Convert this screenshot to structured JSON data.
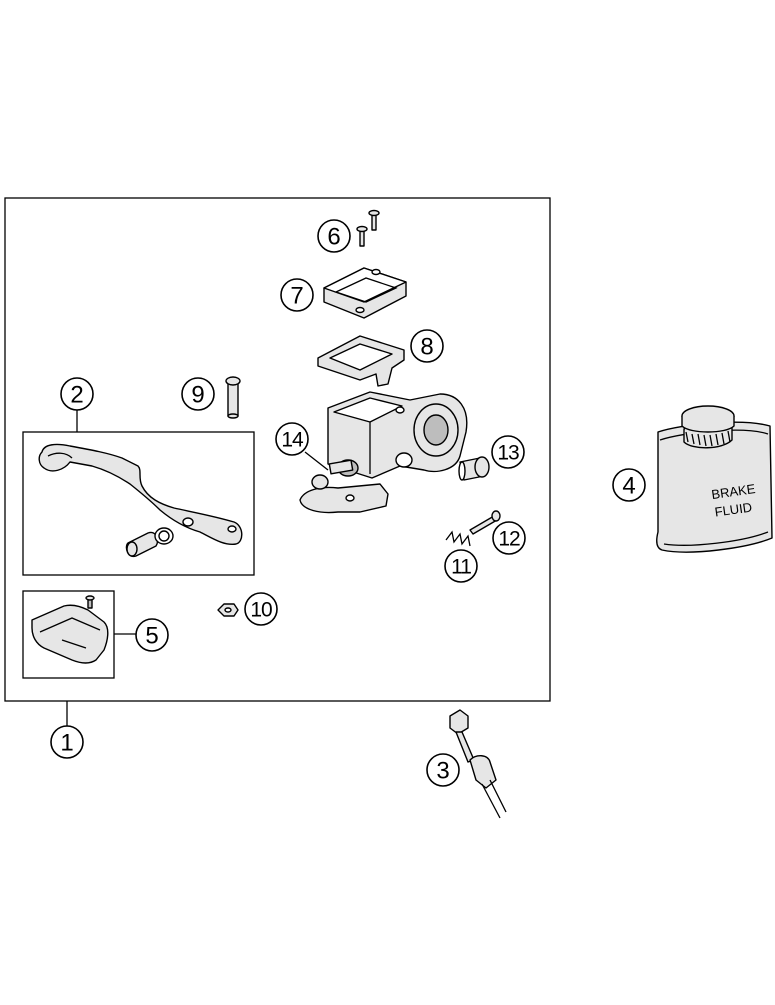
{
  "callouts": [
    {
      "id": "1",
      "label": "1"
    },
    {
      "id": "2",
      "label": "2"
    },
    {
      "id": "3",
      "label": "3"
    },
    {
      "id": "4",
      "label": "4"
    },
    {
      "id": "5",
      "label": "5"
    },
    {
      "id": "6",
      "label": "6"
    },
    {
      "id": "7",
      "label": "7"
    },
    {
      "id": "8",
      "label": "8"
    },
    {
      "id": "9",
      "label": "9"
    },
    {
      "id": "10",
      "label": "10"
    },
    {
      "id": "11",
      "label": "11"
    },
    {
      "id": "12",
      "label": "12"
    },
    {
      "id": "13",
      "label": "13"
    },
    {
      "id": "14",
      "label": "14"
    }
  ],
  "brake_fluid_can": {
    "label_line1": "BRAKE",
    "label_line2": "FLUID"
  }
}
